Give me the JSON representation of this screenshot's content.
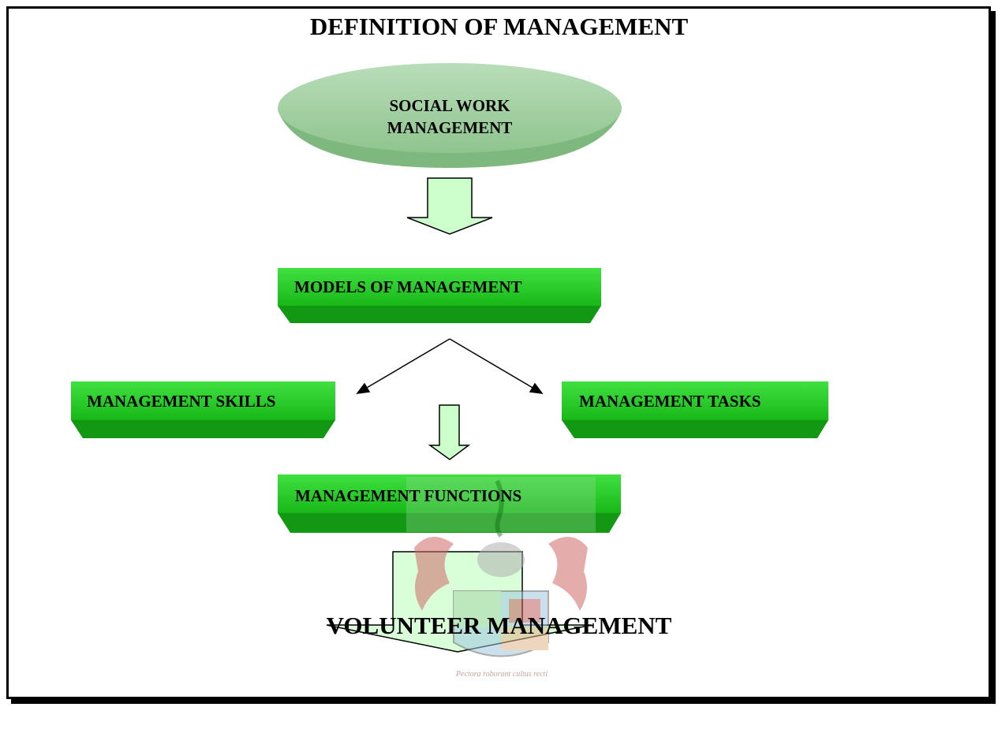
{
  "title": "DEFINITION OF MANAGEMENT",
  "nodes": {
    "top": "SOCIAL WORK MANAGEMENT",
    "models": "MODELS OF MANAGEMENT",
    "skills": "MANAGEMENT SKILLS",
    "tasks": "MANAGEMENT TASKS",
    "functions": "MANAGEMENT FUNCTIONS"
  },
  "bottom_title": "VOLUNTEER MANAGEMENT",
  "watermark": {
    "motto": "Pectora roborant cultus recti"
  },
  "colors": {
    "ellipse": "#9fcf9f",
    "box": "#22c422",
    "box_dark": "#119a11",
    "arrow_fill": "#ccffcc"
  }
}
